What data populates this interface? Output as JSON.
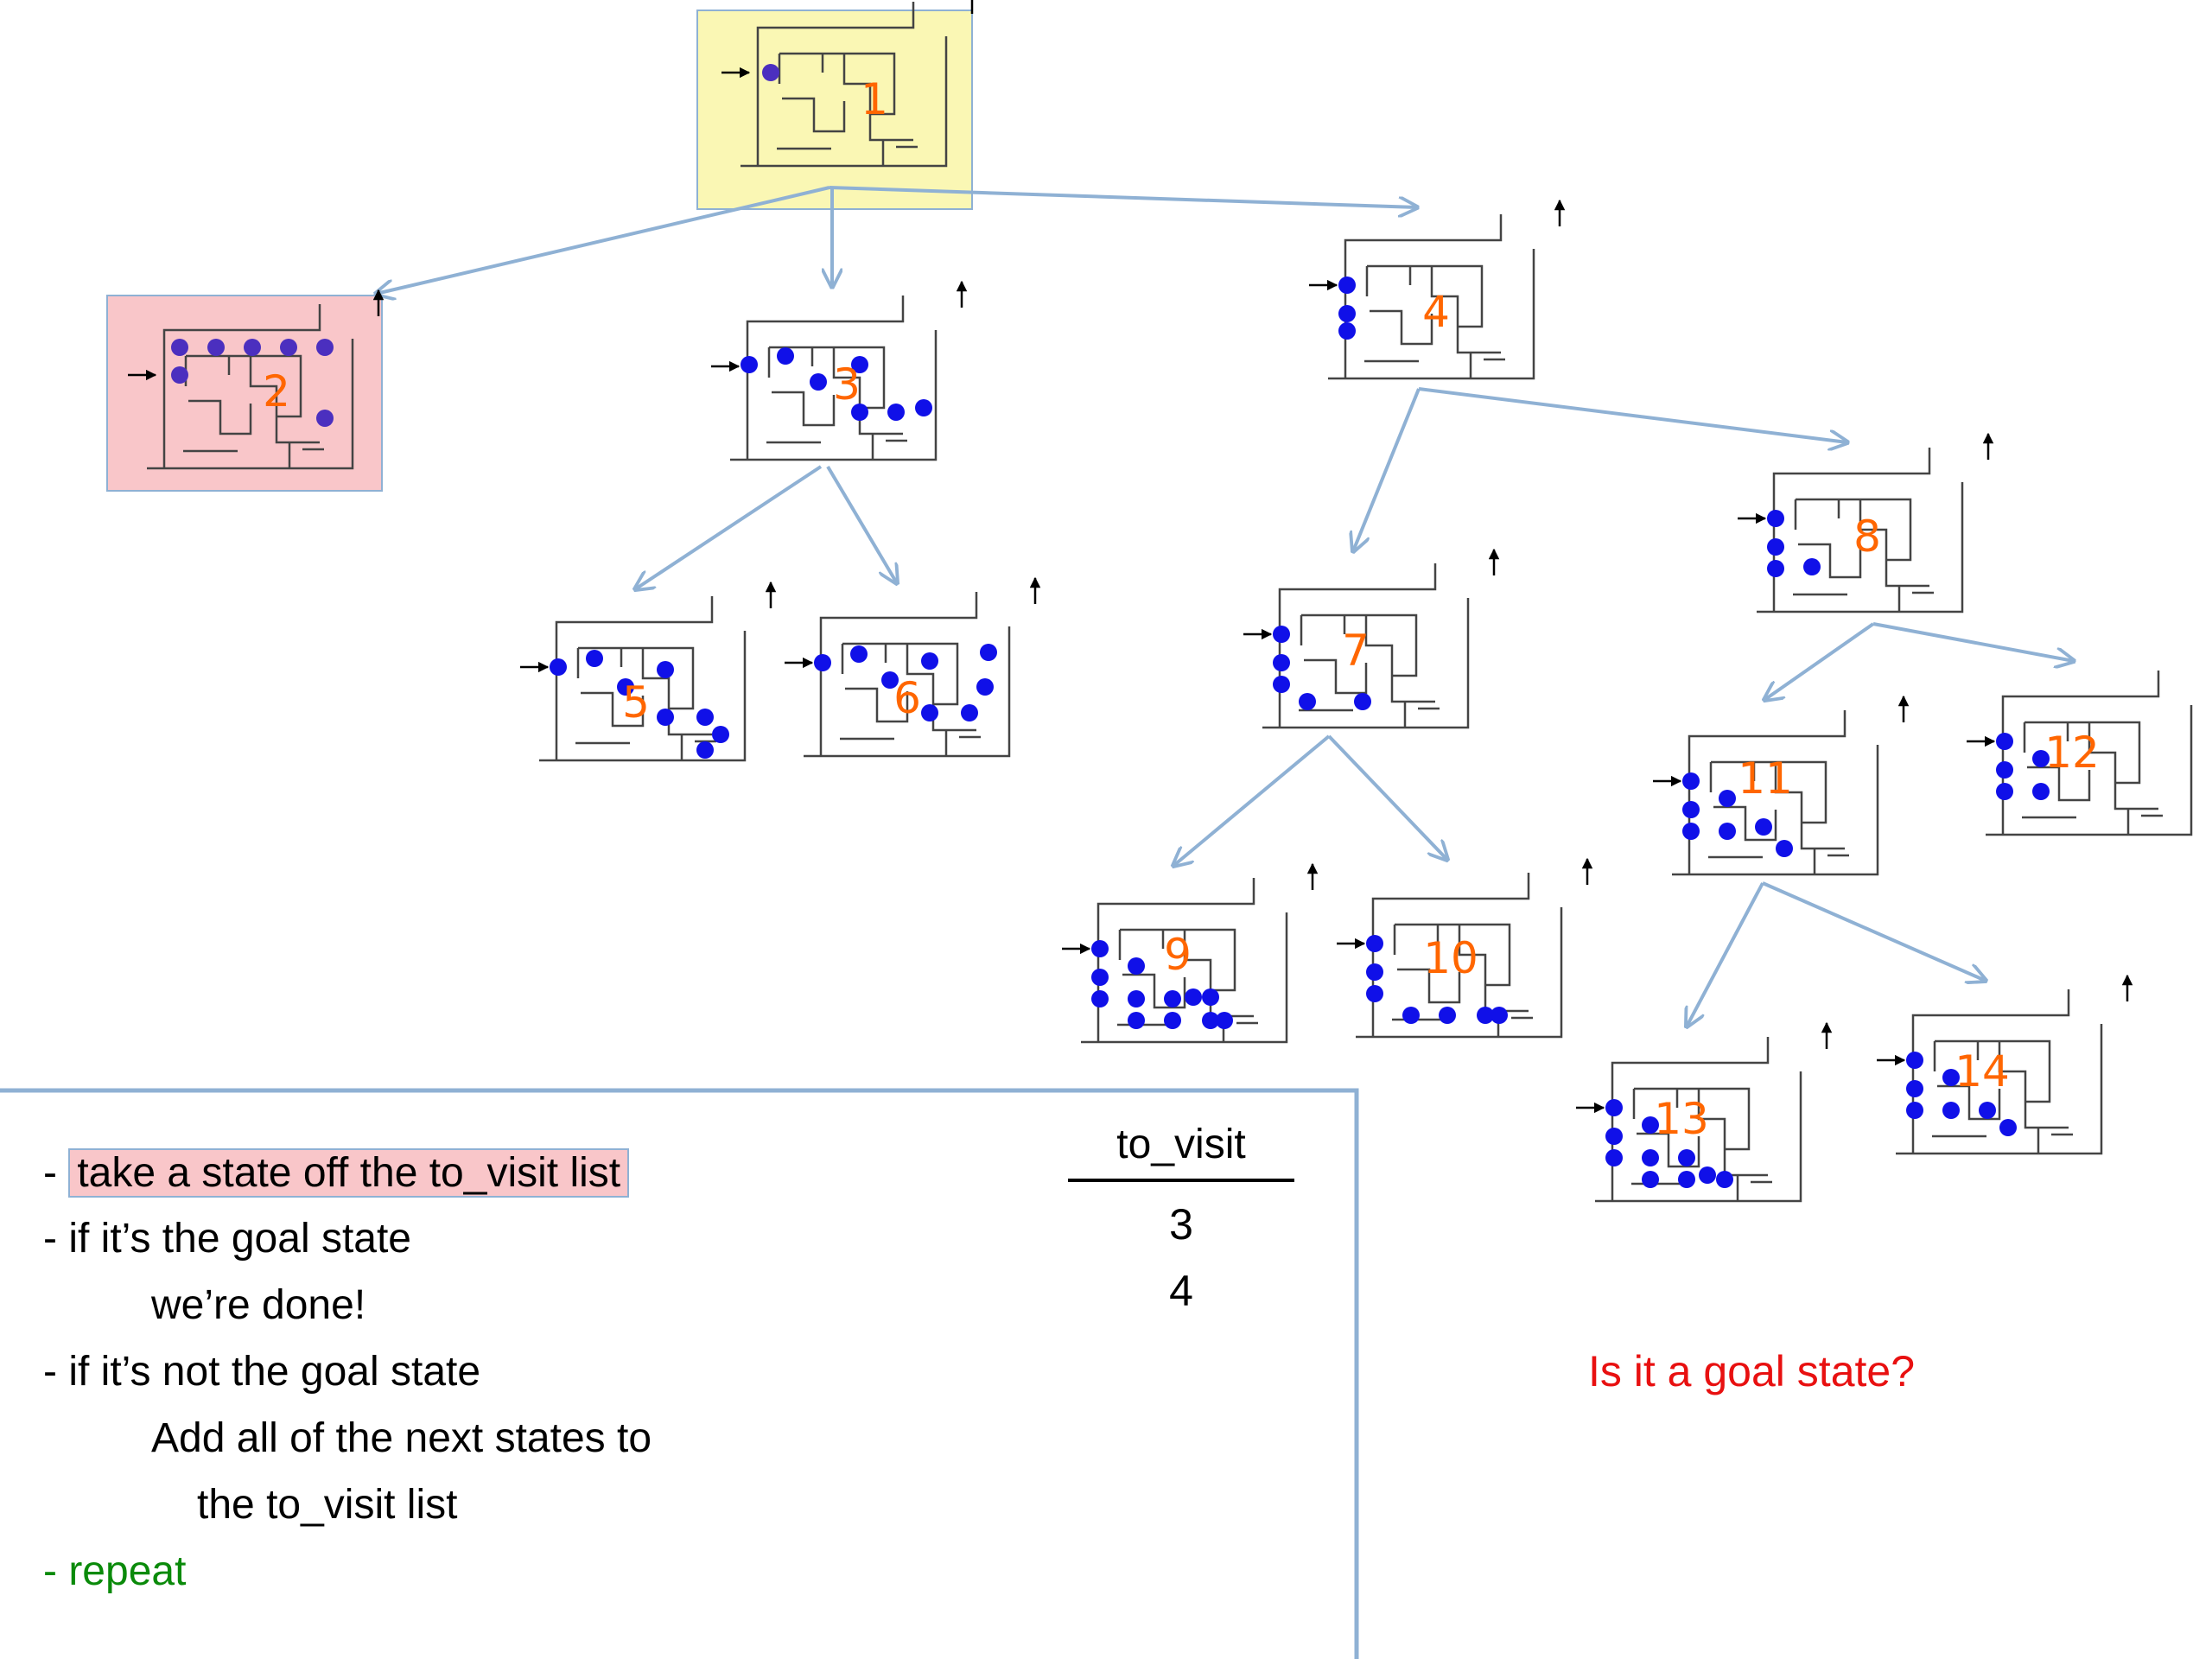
{
  "tree": {
    "nodes": [
      {
        "id": "1",
        "label": "1",
        "state": "current"
      },
      {
        "id": "2",
        "label": "2",
        "state": "visited"
      },
      {
        "id": "3",
        "label": "3",
        "state": "queued"
      },
      {
        "id": "4",
        "label": "4",
        "state": "queued"
      },
      {
        "id": "5",
        "label": "5",
        "state": "unexplored"
      },
      {
        "id": "6",
        "label": "6",
        "state": "unexplored"
      },
      {
        "id": "7",
        "label": "7",
        "state": "unexplored"
      },
      {
        "id": "8",
        "label": "8",
        "state": "unexplored"
      },
      {
        "id": "9",
        "label": "9",
        "state": "unexplored"
      },
      {
        "id": "10",
        "label": "10",
        "state": "unexplored"
      },
      {
        "id": "11",
        "label": "11",
        "state": "unexplored"
      },
      {
        "id": "12",
        "label": "12",
        "state": "unexplored"
      },
      {
        "id": "13",
        "label": "13",
        "state": "unexplored"
      },
      {
        "id": "14",
        "label": "14",
        "state": "unexplored"
      }
    ],
    "edges": [
      [
        "1",
        "2"
      ],
      [
        "1",
        "3"
      ],
      [
        "1",
        "4"
      ],
      [
        "3",
        "5"
      ],
      [
        "3",
        "6"
      ],
      [
        "4",
        "7"
      ],
      [
        "4",
        "8"
      ],
      [
        "7",
        "9"
      ],
      [
        "7",
        "10"
      ],
      [
        "8",
        "11"
      ],
      [
        "8",
        "12"
      ],
      [
        "11",
        "13"
      ],
      [
        "11",
        "14"
      ]
    ]
  },
  "algorithm": {
    "step1": "- take a state off the to_visit list",
    "step2": "- if it’s the goal state",
    "step2_detail": "we’re done!",
    "step3": "- if it’s not the goal state",
    "step3_detail_1": "Add all of the next states to",
    "step3_detail_2": "the to_visit list",
    "step4": "- repeat"
  },
  "queue": {
    "header": "to_visit",
    "items": [
      "3",
      "4"
    ]
  },
  "question": "Is it a goal state?",
  "colors": {
    "current_highlight": "#faf7b4",
    "visited_highlight": "#f9c6c9",
    "edge": "#8fb1d4",
    "dot": "#1010e8",
    "label": "#ff6600",
    "question": "#e81010",
    "repeat": "#0a8a0a"
  }
}
